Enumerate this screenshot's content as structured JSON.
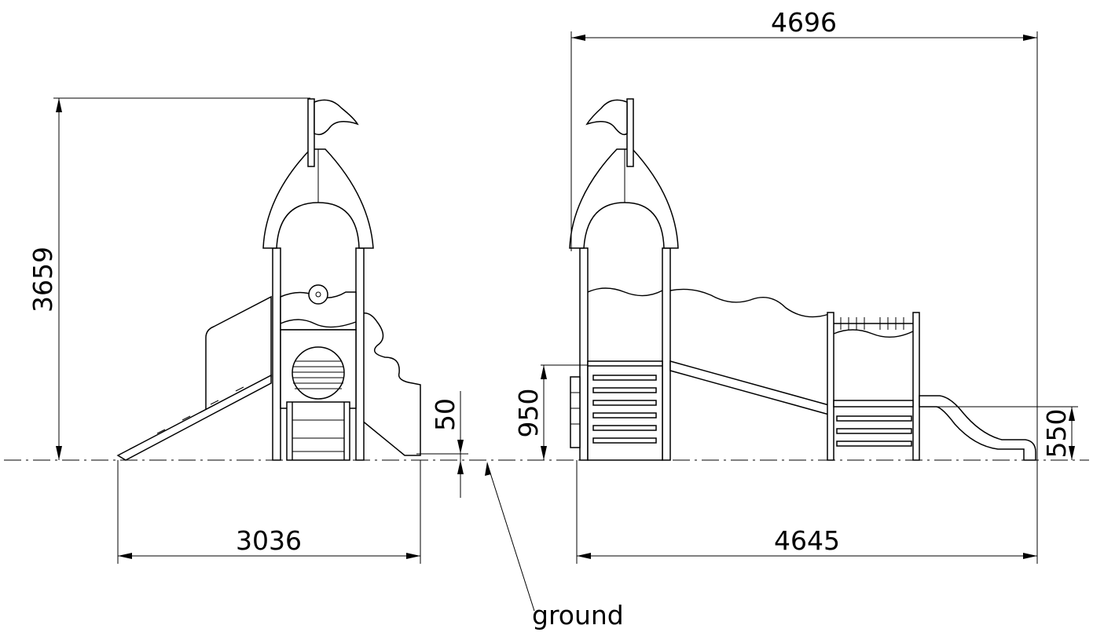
{
  "dimensions": {
    "left_height": "3659",
    "left_width": "3036",
    "left_clearance": "50",
    "right_overall_width": "4696",
    "right_base_width": "4645",
    "right_platform_height": "950",
    "right_slide_exit_height": "550"
  },
  "annotation": {
    "ground": "ground"
  }
}
